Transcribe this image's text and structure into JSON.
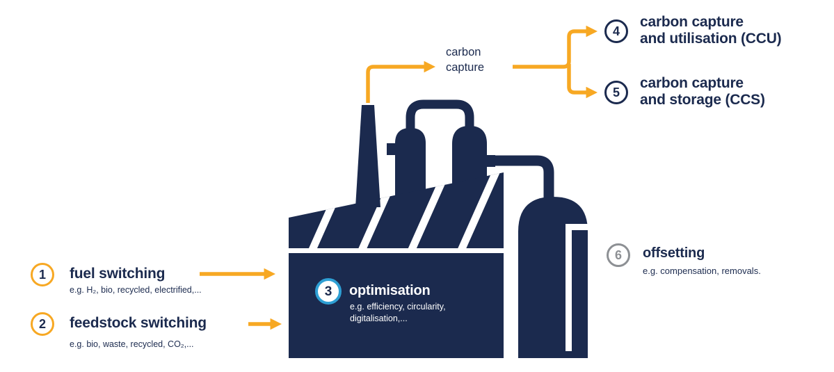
{
  "colors": {
    "navy": "#1b2a4e",
    "orange": "#f7a823",
    "blue": "#2e9fd4",
    "gray": "#8d9094",
    "white": "#ffffff"
  },
  "legend": {
    "carbon_capture": "carbon\ncapture"
  },
  "items": {
    "fuel": {
      "number": "1",
      "title": "fuel switching",
      "subtitle": "e.g. H₂, bio, recycled, electrified,..."
    },
    "feedstock": {
      "number": "2",
      "title": "feedstock switching",
      "subtitle": "e.g. bio, waste, recycled, CO₂,..."
    },
    "optimisation": {
      "number": "3",
      "title": "optimisation",
      "subtitle": "e.g. efficiency, circularity,\ndigitalisation,..."
    },
    "ccu": {
      "number": "4",
      "title": "carbon capture\nand utilisation (CCU)"
    },
    "ccs": {
      "number": "5",
      "title": "carbon capture\nand storage (CCS)"
    },
    "offsetting": {
      "number": "6",
      "title": "offsetting",
      "subtitle": "e.g. compensation, removals."
    }
  }
}
